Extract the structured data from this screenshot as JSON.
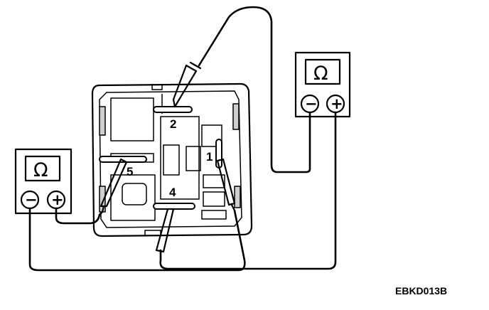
{
  "meters": {
    "left": {
      "symbol": "Ω",
      "minus": "−",
      "plus": "+"
    },
    "right": {
      "symbol": "Ω",
      "minus": "−",
      "plus": "+"
    }
  },
  "terminals": {
    "t1": "1",
    "t2": "2",
    "t4": "4",
    "t5": "5"
  },
  "figure_code": "EBKD013B"
}
